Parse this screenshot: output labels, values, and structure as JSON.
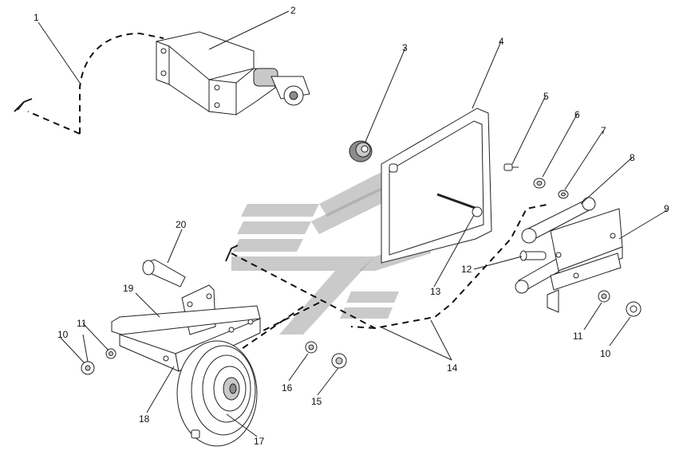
{
  "labels": {
    "p1": "1",
    "p2": "2",
    "p3": "3",
    "p4": "4",
    "p5": "5",
    "p6": "6",
    "p7": "7",
    "p8": "8",
    "p9": "9",
    "p10a": "10",
    "p10b": "10",
    "p11a": "11",
    "p11b": "11",
    "p12": "12",
    "p13": "13",
    "p14": "14",
    "p15": "15",
    "p16": "16",
    "p17": "17",
    "p18": "18",
    "p19": "19",
    "p20": "20"
  }
}
